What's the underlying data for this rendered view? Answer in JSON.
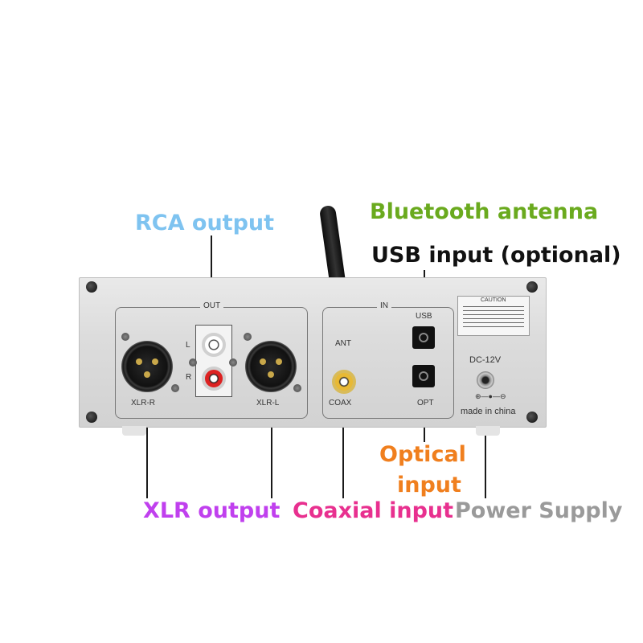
{
  "callouts": {
    "rca_output": "RCA output",
    "bluetooth_antenna": "Bluetooth antenna",
    "usb_input": "USB input (optional)",
    "optical_input_line1": "Optical",
    "optical_input_line2": "input",
    "xlr_output": "XLR output",
    "coaxial_input": "Coaxial input",
    "power_supply": "Power Supply"
  },
  "panel": {
    "out_label": "OUT",
    "in_label": "IN",
    "rca_left": "L",
    "rca_right": "R",
    "xlr_r": "XLR-R",
    "xlr_l": "XLR-L",
    "ant": "ANT",
    "usb": "USB",
    "coax": "COAX",
    "opt": "OPT",
    "dc": "DC-12V",
    "made_in": "made in china",
    "caution": "CAUTION"
  },
  "colors": {
    "rca": "#7ec3f0",
    "bluetooth": "#6aaa1e",
    "usb": "#111111",
    "optical": "#f07f1e",
    "xlr": "#c040ee",
    "coaxial": "#e8308f",
    "power": "#9a9a9a"
  }
}
